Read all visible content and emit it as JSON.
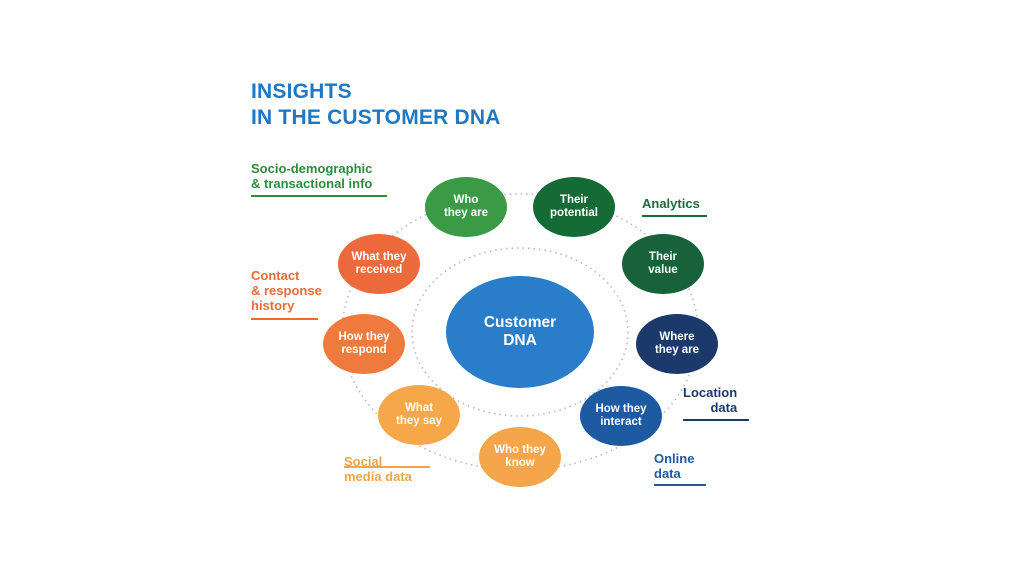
{
  "title": {
    "line1": "INSIGHTS",
    "line2": "IN THE CUSTOMER DNA"
  },
  "center": {
    "label": "Customer\nDNA",
    "color": "#2a7dc8"
  },
  "nodes": [
    {
      "label": "Who\nthey are",
      "color": "#3a9a45"
    },
    {
      "label": "Their\npotential",
      "color": "#156b36"
    },
    {
      "label": "Their\nvalue",
      "color": "#17623a"
    },
    {
      "label": "Where\nthey are",
      "color": "#1b3a6b"
    },
    {
      "label": "How they\ninteract",
      "color": "#1d5aa1"
    },
    {
      "label": "Who they\nknow",
      "color": "#f5a64a"
    },
    {
      "label": "What\nthey say",
      "color": "#f6a749"
    },
    {
      "label": "How they\nrespond",
      "color": "#ef7a3e"
    },
    {
      "label": "What they\nreceived",
      "color": "#ed6a3c"
    }
  ],
  "categories": [
    {
      "label": "Socio-demographic\n& transactional info",
      "color": "#2e8b3e"
    },
    {
      "label": "Analytics",
      "color": "#1e6b3a"
    },
    {
      "label": "Contact\n& response\nhistory",
      "color": "#ea6a38"
    },
    {
      "label": "Location\ndata",
      "color": "#1b3a6b"
    },
    {
      "label": "Online\ndata",
      "color": "#1d5aa1"
    },
    {
      "label": "Social\nmedia data",
      "color": "#f2a44a"
    }
  ]
}
